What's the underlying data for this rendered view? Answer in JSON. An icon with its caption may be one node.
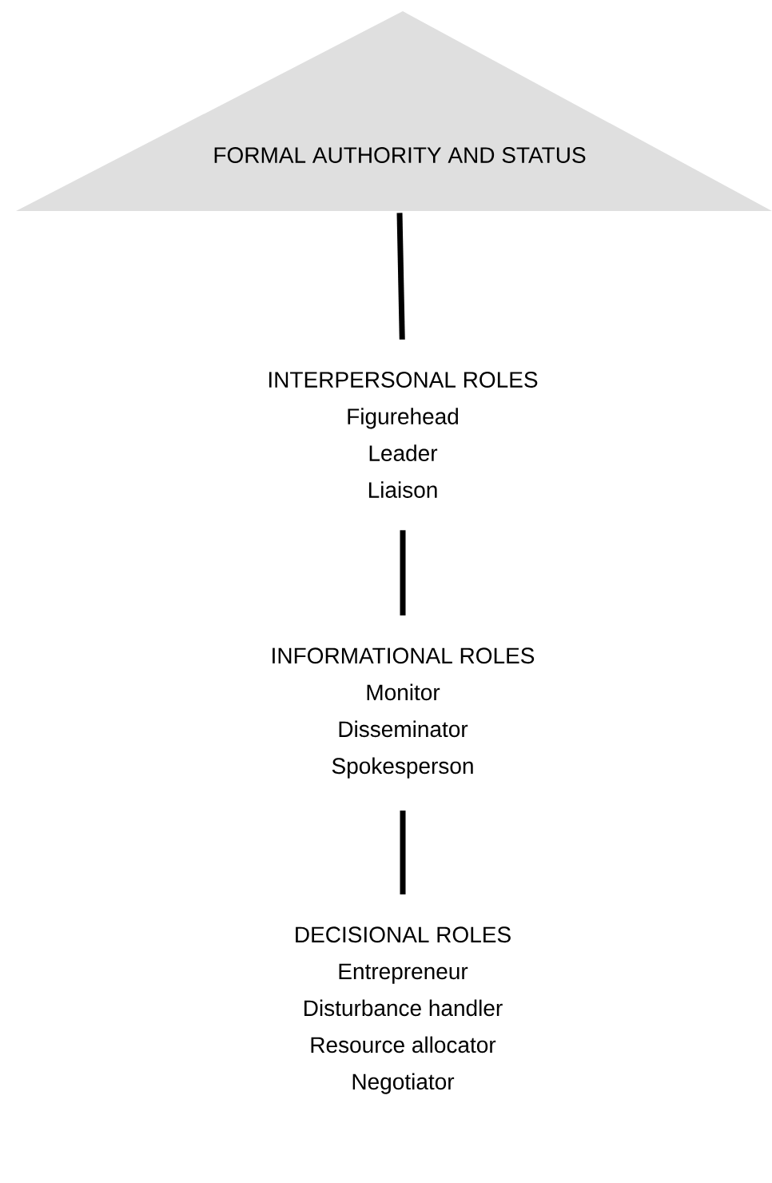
{
  "diagram": {
    "nodes": [
      {
        "text": [
          "FORMAL AUTHORITY AND STATUS"
        ]
      },
      {
        "text": [
          "INTERPERSONAL ROLES",
          "Figurehead",
          "Leader",
          "Liaison"
        ]
      },
      {
        "text": [
          "INFORMATIONAL ROLES",
          "Monitor",
          "Disseminator",
          "Spokesperson"
        ]
      },
      {
        "text": [
          "DECISIONAL ROLES",
          "Entrepreneur",
          "Disturbance handler",
          "Resource allocator",
          "Negotiator"
        ]
      }
    ],
    "edges": [
      {
        "from": 0,
        "to": 1,
        "arrow": "none"
      },
      {
        "from": 1,
        "to": 2,
        "arrow": "none"
      },
      {
        "from": 2,
        "to": 3,
        "arrow": "none"
      }
    ]
  }
}
